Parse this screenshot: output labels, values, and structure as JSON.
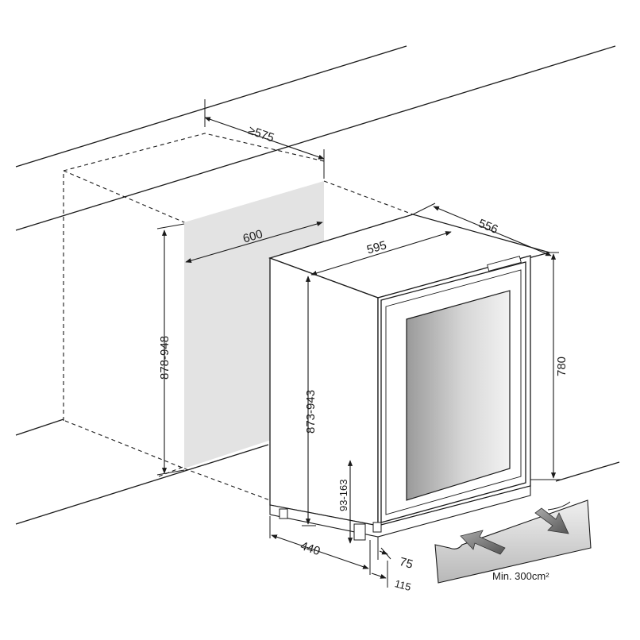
{
  "dimensions": {
    "depth_min": "≥575",
    "niche_width": "600",
    "niche_height": "878-948",
    "appliance_width": "595",
    "appliance_depth": "556",
    "appliance_height_back": "780",
    "appliance_height_front": "873-943",
    "plinth_height": "93-163",
    "foot_depth": "440",
    "plinth_offset_a": "75",
    "plinth_offset_b": "115"
  },
  "ventilation": {
    "label": "Min. 300cm²"
  },
  "colors": {
    "line": "#1a1a1a",
    "niche_back": "#e3e3e3",
    "glass": "#bcbcbc"
  }
}
